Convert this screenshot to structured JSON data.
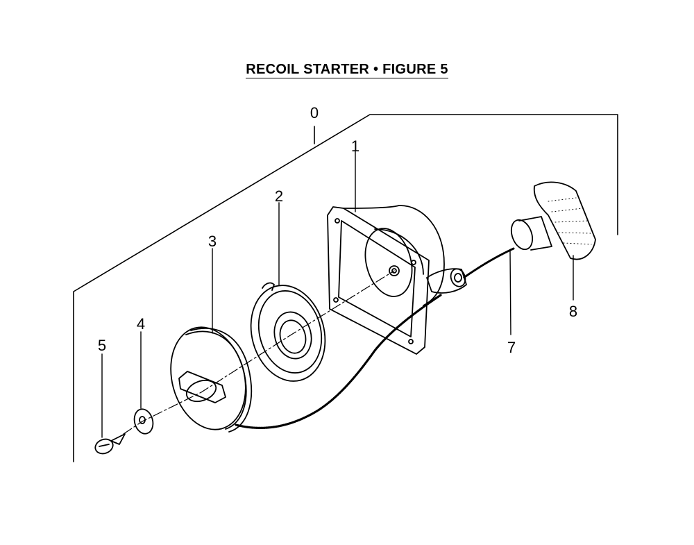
{
  "title": "RECOIL STARTER  •  FIGURE 5",
  "callouts": [
    "0",
    "1",
    "2",
    "3",
    "4",
    "5",
    "7",
    "8"
  ]
}
